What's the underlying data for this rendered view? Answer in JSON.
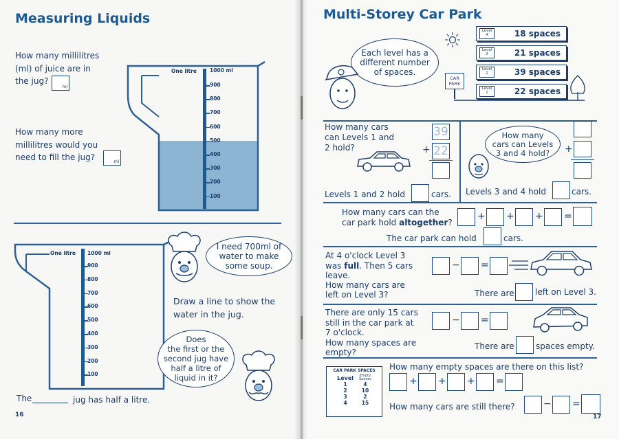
{
  "left": {
    "title": "Measuring Liquids",
    "q1": "How many millilitres\n(ml) of juice are in\nthe jug?",
    "q2": "How many more\nmillilitres would you\nneed to fill the jug?",
    "unit_ml": "ml",
    "jug_label": "One litre",
    "scale_top": "1000 ml",
    "scale_labels": [
      "900",
      "800",
      "700",
      "600",
      "500",
      "400",
      "300",
      "200",
      "100"
    ],
    "jug1_level_ml": 500,
    "bubble1": "I need 700ml of\nwater to make\nsome soup.",
    "draw_line": "Draw a line to show the\nwater in the jug.",
    "bubble2": "Does\nthe first or the\nsecond jug have\nhalf a litre of\nliquid in it?",
    "answer_pre": "The",
    "answer_post": "jug has half a litre.",
    "page_number": "16"
  },
  "right": {
    "title": "Multi-Storey Car Park",
    "bubble_levels": "Each level has a\ndifferent number\nof spaces.",
    "sign": "CAR\nPARK",
    "levels": [
      {
        "tag": "Level\n4",
        "spaces": "18 spaces"
      },
      {
        "tag": "Level\n3",
        "spaces": "21 spaces"
      },
      {
        "tag": "Level\n2",
        "spaces": "39 spaces"
      },
      {
        "tag": "Level\n1",
        "spaces": "22 spaces"
      }
    ],
    "q_l12": "How many cars\ncan Levels 1 and\n2 hold?",
    "l12_top": "39",
    "l12_bottom": "22",
    "bubble_l34": "How many\ncars can Levels\n3 and 4 hold?",
    "hold12_pre": "Levels 1 and 2 hold",
    "hold12_post": "cars.",
    "hold34_pre": "Levels 3 and 4 hold",
    "hold34_post": "cars.",
    "q_total_a": "How many cars can the",
    "q_total_b": "car park hold",
    "q_total_bold": "altogether",
    "q_total_c": "?",
    "total_pre": "The car park can hold",
    "total_post": "cars.",
    "q_l3_a": "At 4 o'clock Level 3",
    "q_l3_b": "was",
    "q_l3_bold": "full",
    "q_l3_c": ". Then 5 cars",
    "q_l3_d": "leave.\nHow many cars are\nleft on Level 3?",
    "there_are": "There are",
    "left_l3": "left on Level 3.",
    "q_seven": "There are only 15 cars\nstill in the car park at\n7 o'clock.\nHow many spaces are\nempty?",
    "spaces_empty": "spaces empty.",
    "table_title": "CAR PARK SPACES",
    "table_headers": [
      "Level",
      "Empty\nSpaces"
    ],
    "table_rows": [
      [
        "1",
        "4"
      ],
      [
        "2",
        "10"
      ],
      [
        "3",
        "2"
      ],
      [
        "4",
        "15"
      ]
    ],
    "q_empty_list": "How many empty spaces are there on this list?",
    "q_still": "How many cars are still there?",
    "page_number": "17"
  },
  "colors": {
    "accent": "#1e5a92",
    "water": "#8bb5d3",
    "ink": "#1b3d6b"
  }
}
